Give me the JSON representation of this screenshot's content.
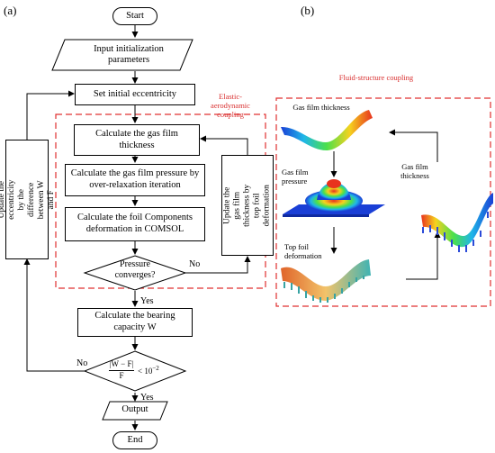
{
  "panel_a": {
    "label": "(a)",
    "start": "Start",
    "input": "Input initialization parameters",
    "set_ecc": "Set initial eccentricity",
    "coupling_label": "Elastic-aerodynamic coupling",
    "calc_thickness": "Calculate the gas film thickness",
    "calc_pressure": "Calculate the gas film pressure by over-relaxation iteration",
    "calc_deform": "Calculate the foil Components deformation in COMSOL",
    "pressure_q": "Pressure converges?",
    "no_label": "No",
    "update_thickness": "Update the gas film thickness by top foil deformation",
    "yes_label": "Yes",
    "calc_capacity": "Calculate the bearing capacity W",
    "no_label2": "No",
    "criterion_num": "|W − F|",
    "criterion_den": "F",
    "criterion_rel": "< 10",
    "criterion_exp": "−2",
    "yes_label2": "Yes",
    "update_ecc": "Update the eccentricity by the difference between W and F",
    "output": "Output",
    "end": "End"
  },
  "panel_b": {
    "label": "(b)",
    "coupling_label": "Fluid-structure coupling",
    "thickness_top": "Gas film thickness",
    "pressure": "Gas film pressure",
    "deformation": "Top foil deformation",
    "thickness_right": "Gas film thickness"
  },
  "colors": {
    "accent_red": "#e03030",
    "line": "#000000"
  }
}
